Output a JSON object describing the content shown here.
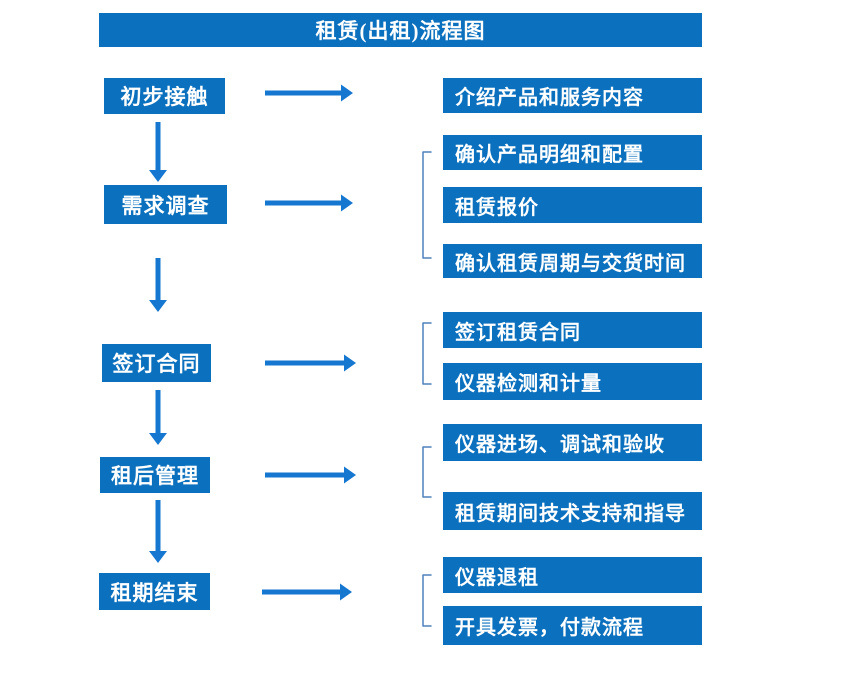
{
  "title": "租赁(出租)流程图",
  "colors": {
    "box_blue": "#0B70BD",
    "arrow_blue": "#1577D0",
    "bracket_blue": "#4F81BD",
    "text_white": "#FFFFFF",
    "background": "#FFFFFF"
  },
  "flow": {
    "groups": [
      {
        "step": "初步接触",
        "items": [
          "介绍产品和服务内容"
        ]
      },
      {
        "step": "需求调查",
        "items": [
          "确认产品明细和配置",
          "租赁报价",
          "确认租赁周期与交货时间"
        ]
      },
      {
        "step": "签订合同",
        "items": [
          "签订租赁合同",
          "仪器检测和计量"
        ]
      },
      {
        "step": "租后管理",
        "items": [
          "仪器进场、调试和验收",
          "租赁期间技术支持和指导"
        ]
      },
      {
        "step": "租期结束",
        "items": [
          "仪器退租",
          "开具发票，付款流程"
        ]
      }
    ]
  }
}
